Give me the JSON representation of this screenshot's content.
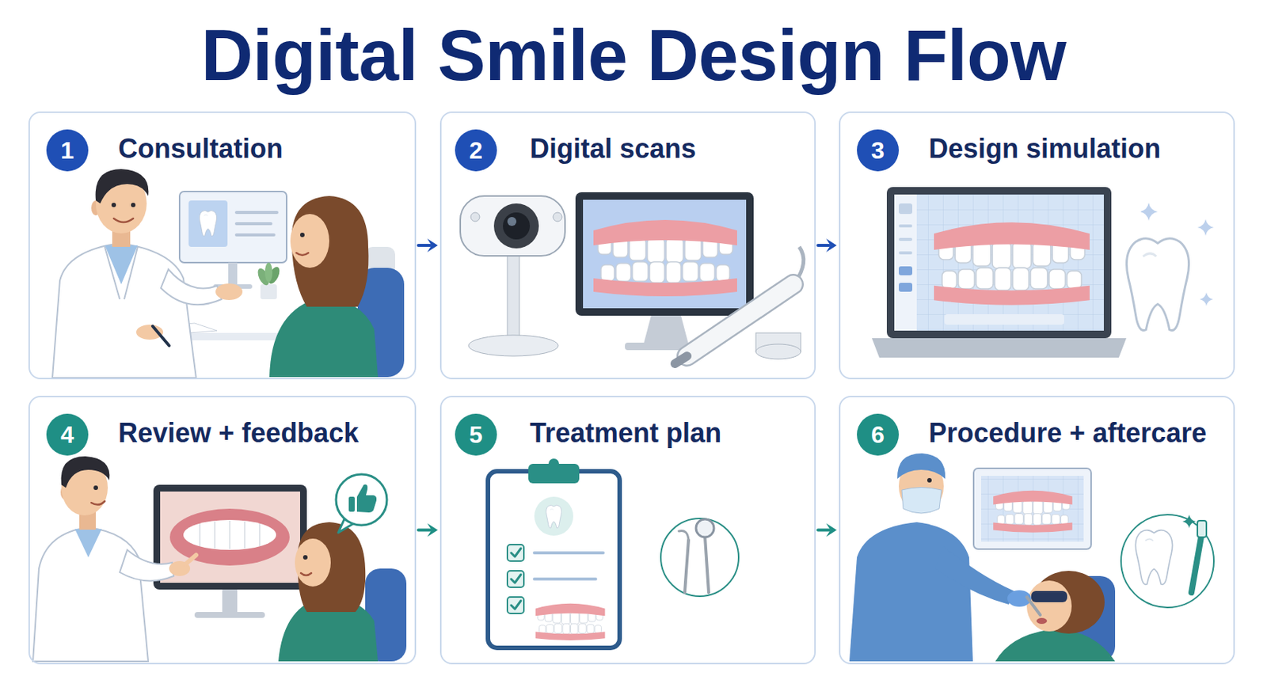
{
  "diagram": {
    "title": "Digital Smile Design Flow",
    "nodes": [
      {
        "text": [
          "Consultation"
        ]
      },
      {
        "text": [
          "1"
        ],
        "in": 0
      },
      {
        "text": [
          "Digital scans"
        ]
      },
      {
        "text": [
          "2"
        ],
        "in": 2
      },
      {
        "text": [
          "Design simulation"
        ]
      },
      {
        "text": [
          "3"
        ],
        "in": 4
      },
      {
        "text": [
          "Review + feedback"
        ]
      },
      {
        "text": [
          "4"
        ],
        "in": 6
      },
      {
        "text": [
          "Treatment plan"
        ]
      },
      {
        "text": [
          "5"
        ],
        "in": 8
      },
      {
        "text": [
          "Procedure + aftercare"
        ]
      },
      {
        "text": [
          "6"
        ],
        "in": 10
      }
    ],
    "edges": [
      {
        "from": 0,
        "to": 2,
        "arrow": "to"
      },
      {
        "from": 2,
        "to": 4,
        "arrow": "to"
      },
      {
        "from": 6,
        "to": 8,
        "arrow": "to"
      },
      {
        "from": 8,
        "to": 10,
        "arrow": "to"
      }
    ]
  }
}
